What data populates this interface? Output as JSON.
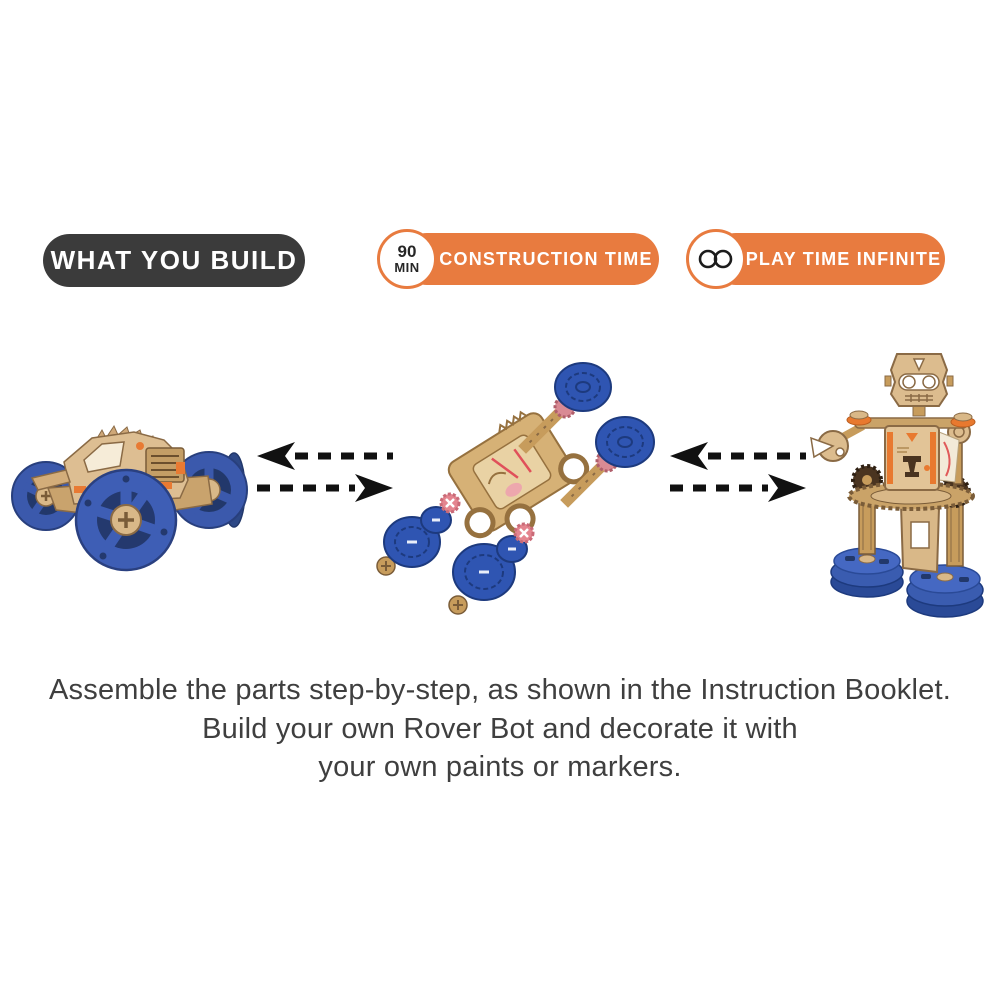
{
  "header_badges": {
    "what_you_build": {
      "label": "WHAT YOU BUILD",
      "bg_color": "#3b3b3b",
      "text_color": "#ffffff"
    },
    "construction_time": {
      "circle_line1": "90",
      "circle_line2": "MIN",
      "label": "CONSTRUCTION TIME",
      "bg_color": "#e87b3f",
      "text_color": "#ffffff"
    },
    "play_time": {
      "icon": "infinity-icon",
      "label": "PLAY TIME INFINITE",
      "bg_color": "#e87b3f",
      "text_color": "#ffffff"
    }
  },
  "build_flow": {
    "stages": [
      {
        "name": "assembled-rover-bot"
      },
      {
        "name": "exploded-kit-parts"
      },
      {
        "name": "assembled-robot-bot"
      }
    ],
    "arrow_style": "black dashed double-headed arrows (left arrow above, right arrow below)"
  },
  "description": {
    "line1": "Assemble the parts step-by-step, as shown in the Instruction Booklet.",
    "line2": "Build your own Rover Bot and decorate it with",
    "line3": "your own paints or markers.",
    "text_color": "#3f3f3f"
  },
  "palette": {
    "orange": "#e87b3f",
    "dark_pill": "#3b3b3b",
    "wood_tan": "#d9b888",
    "wood_outline": "#8a6a45",
    "wheel_blue": "#3a5cb0",
    "wheel_dark_blue": "#24396e",
    "pink_part": "#e4858f",
    "arrow_black": "#111111",
    "background": "#ffffff"
  }
}
